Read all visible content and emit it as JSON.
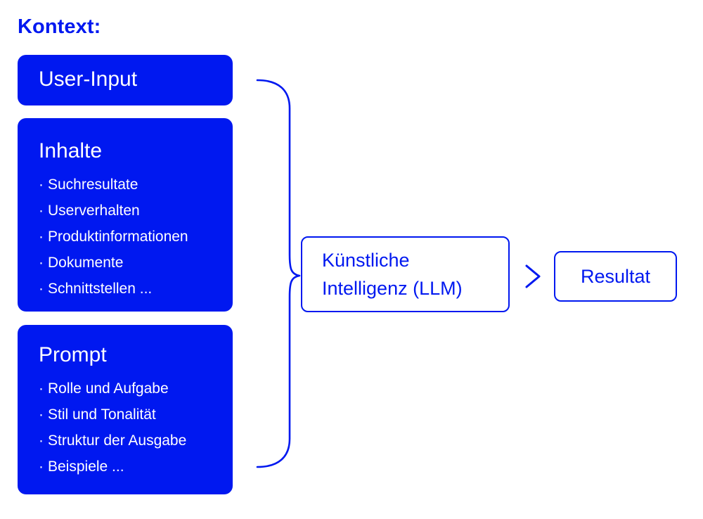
{
  "page": {
    "background": "#ffffff",
    "accent": "#0018f0",
    "heading": "Kontext:"
  },
  "context_cards": [
    {
      "id": "user-input",
      "title": "User-Input",
      "items": []
    },
    {
      "id": "inhalte",
      "title": "Inhalte",
      "items": [
        "Suchresultate",
        "Userverhalten",
        "Produktinformationen",
        "Dokumente",
        "Schnittstellen ..."
      ]
    },
    {
      "id": "prompt",
      "title": "Prompt",
      "items": [
        "Rolle und Aufgabe",
        "Stil und Tonalität",
        "Struktur der Ausgabe",
        "Beispiele ..."
      ]
    }
  ],
  "bullet_glyph": "·",
  "process": {
    "llm": "Künstliche\nIntelligenz (LLM)",
    "result": "Resultat"
  },
  "connectors": {
    "brace_name": "curly-brace",
    "chevron_name": "chevron-right",
    "chevron_glyph": ">",
    "stroke": "#0018f0"
  }
}
